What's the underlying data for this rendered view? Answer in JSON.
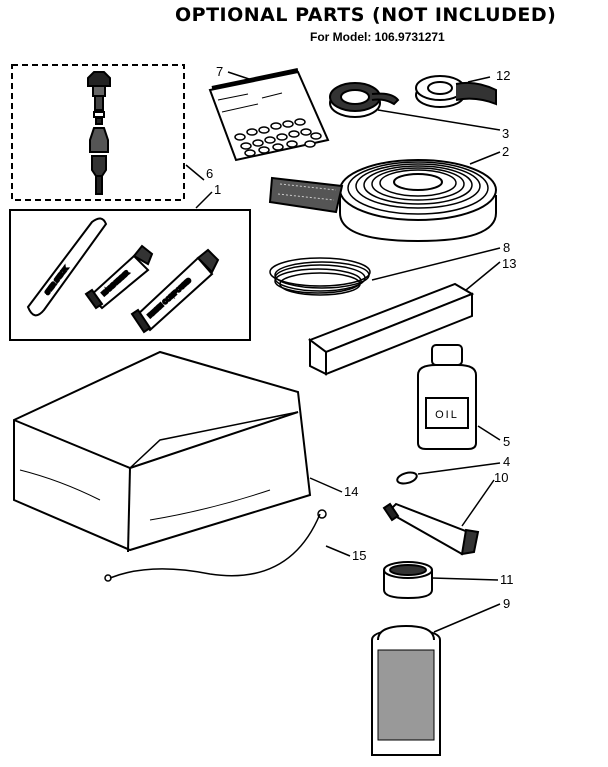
{
  "header": {
    "title": "OPTIONAL PARTS (NOT INCLUDED)",
    "subtitle": "For Model: 106.9731271"
  },
  "parts": {
    "p1": "1",
    "p2": "2",
    "p3": "3",
    "p4": "4",
    "p5": "5",
    "p6": "6",
    "p7": "7",
    "p8": "8",
    "p9": "9",
    "p10": "10",
    "p11": "11",
    "p12": "12",
    "p13": "13",
    "p14": "14",
    "p15": "15"
  },
  "product_labels": {
    "stir_stick": "STIR STICK",
    "hardener": "HARDENER",
    "resin_compound": "RESIN COMPOUND",
    "oil": "OIL"
  }
}
